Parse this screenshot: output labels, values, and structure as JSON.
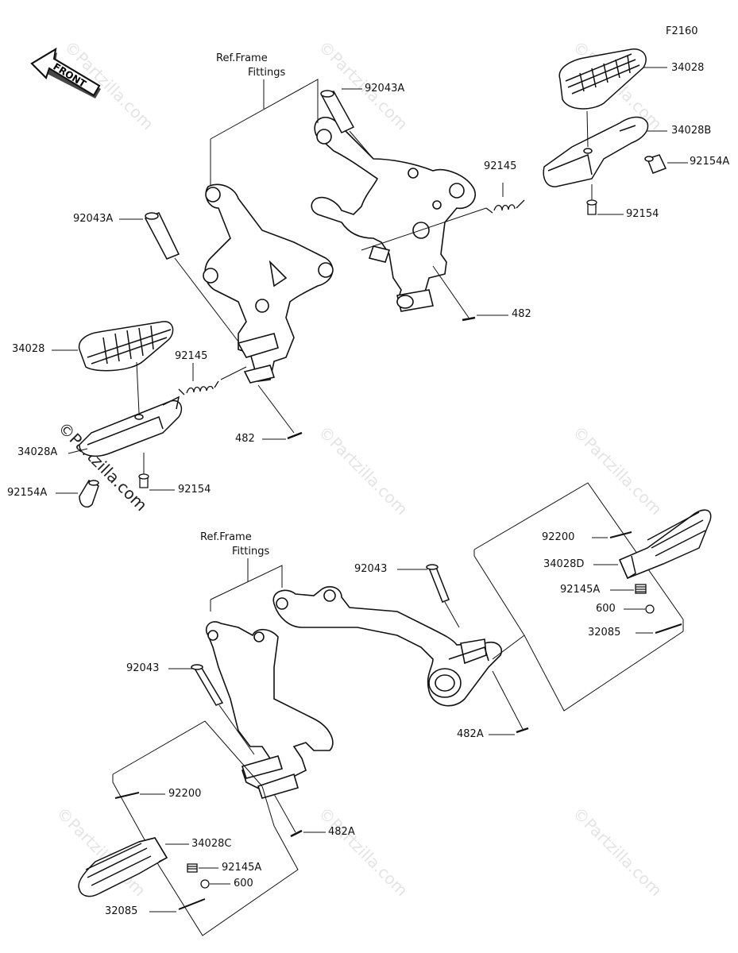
{
  "diagram": {
    "code": "F2160",
    "front_label": "FRONT",
    "watermark": "©Partzilla.com",
    "watermark_main": "©Partzilla.com",
    "ref_frame_1": "Ref.Frame",
    "fittings_1": "Fittings",
    "ref_frame_2": "Ref.Frame",
    "fittings_2": "Fittings"
  },
  "parts": {
    "p92043A_top": "92043A",
    "p34028_top": "34028",
    "p34028B": "34028B",
    "p92154A_top": "92154A",
    "p92145_top": "92145",
    "p92154_top": "92154",
    "p482_top": "482",
    "p92043A_left": "92043A",
    "p34028_left": "34028",
    "p92145_left": "92145",
    "p482_left": "482",
    "p34028A": "34028A",
    "p92154A_left": "92154A",
    "p92154_left": "92154",
    "p92200_right": "92200",
    "p34028D": "34028D",
    "p92145A_right": "92145A",
    "p600_right": "600",
    "p32085_right": "32085",
    "p92043_mid": "92043",
    "p482A_right": "482A",
    "p92043_left": "92043",
    "p92200_left": "92200",
    "p482A_left": "482A",
    "p34028C": "34028C",
    "p92145A_left": "92145A",
    "p600_left": "600",
    "p32085_left": "32085"
  }
}
